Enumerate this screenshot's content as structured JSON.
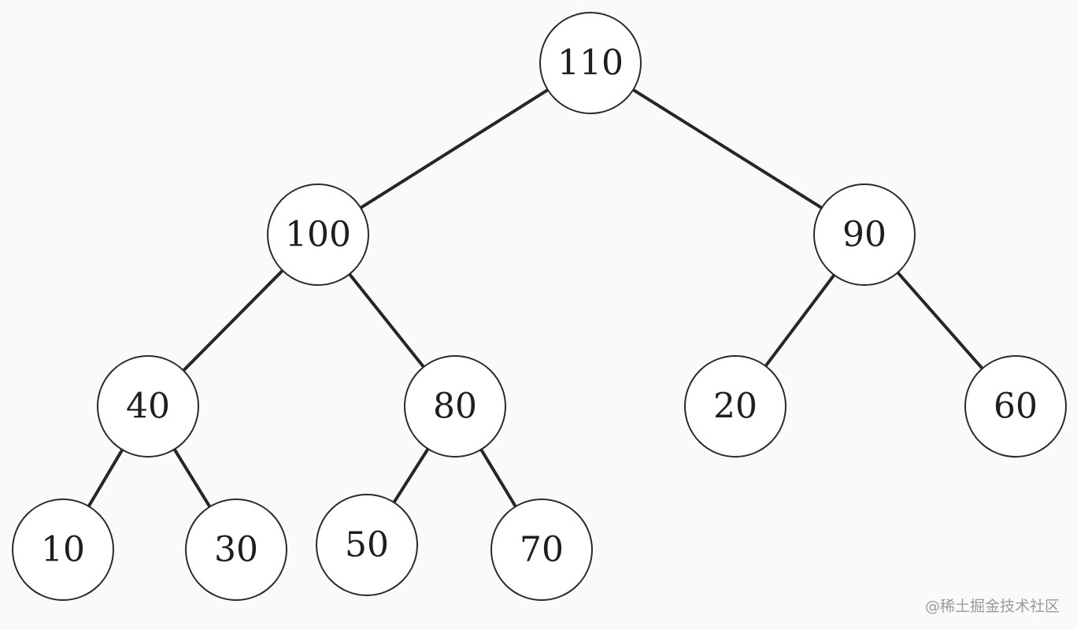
{
  "diagram": {
    "type": "binary-tree",
    "nodes": [
      {
        "id": "n110",
        "label": "110"
      },
      {
        "id": "n100",
        "label": "100"
      },
      {
        "id": "n90",
        "label": "90"
      },
      {
        "id": "n40",
        "label": "40"
      },
      {
        "id": "n80",
        "label": "80"
      },
      {
        "id": "n20",
        "label": "20"
      },
      {
        "id": "n60",
        "label": "60"
      },
      {
        "id": "n10",
        "label": "10"
      },
      {
        "id": "n30",
        "label": "30"
      },
      {
        "id": "n50",
        "label": "50"
      },
      {
        "id": "n70",
        "label": "70"
      }
    ],
    "edges": [
      {
        "from": "n110",
        "to": "n100"
      },
      {
        "from": "n110",
        "to": "n90"
      },
      {
        "from": "n100",
        "to": "n40"
      },
      {
        "from": "n100",
        "to": "n80"
      },
      {
        "from": "n90",
        "to": "n20"
      },
      {
        "from": "n90",
        "to": "n60"
      },
      {
        "from": "n40",
        "to": "n10"
      },
      {
        "from": "n40",
        "to": "n30"
      },
      {
        "from": "n80",
        "to": "n50"
      },
      {
        "from": "n80",
        "to": "n70"
      }
    ]
  },
  "watermark": {
    "text": "@稀土掘金技术社区"
  },
  "colors": {
    "background": "#fafafa",
    "node_fill": "#ffffff",
    "node_stroke": "#2a2a2a",
    "edge": "#262626",
    "label": "#1e1e1e",
    "watermark": "#9a9a9a"
  }
}
